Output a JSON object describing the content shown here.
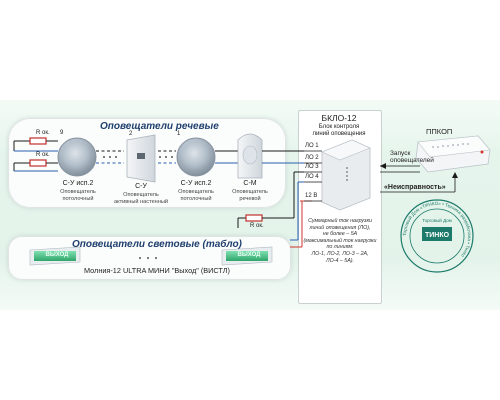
{
  "speech_panel": {
    "title": "Оповещатели речевые",
    "resistor1": "R ок.",
    "resistor2": "R ок.",
    "num_9": "9",
    "num_2": "2",
    "num_1": "1",
    "devices": [
      {
        "name": "С-У исп.2",
        "desc1": "Оповещатель",
        "desc2": "потолочный"
      },
      {
        "name": "С-У",
        "desc1": "Оповещатель",
        "desc2": "активный настенный"
      },
      {
        "name": "С-У исп.2",
        "desc1": "Оповещатель",
        "desc2": "потолочный"
      },
      {
        "name": "С-М",
        "desc1": "Оповещатель",
        "desc2": "речевой"
      }
    ]
  },
  "light_panel": {
    "title": "Оповещатели световые (табло)",
    "sign_text": "ВЫХОД",
    "caption": "Молния-12 ULTRA МИНИ \"Выход\" (ВИСТЛ)"
  },
  "resistor3": "R ок.",
  "bklo": {
    "title": "БКЛО-12",
    "subtitle1": "Блок контроля",
    "subtitle2": "линий оповещения",
    "lines": [
      "ЛО 1",
      "ЛО 2",
      "ЛО 3",
      "ЛО 4",
      "12 В"
    ],
    "note": [
      "Суммарный ток нагрузки",
      "линий оповещения (ЛО),",
      "не более – 5А",
      "(максимальный ток нагрузки",
      "по линиям:",
      "ЛО-1, ЛО-2, ЛО-3 – 2А,",
      "ЛО-4 – 5А)."
    ]
  },
  "ppkop": {
    "title": "ППКОП",
    "launch1": "Запуск",
    "launch2": "оповещателей",
    "fault": "«Неисправность»"
  },
  "stamp": {
    "ring": "Торговый Дом «ТИНКО» • Техника разработана • Тинко",
    "inner1": "Торговый Дом",
    "logo": "ТИНКО"
  },
  "colors": {
    "wire_black": "#1a1a1a",
    "wire_blue": "#2b5fb0",
    "wire_red": "#d0342c",
    "resistor_red": "#c0302c",
    "sign_green": "#3fbf7f",
    "stamp_teal": "#1d7a6a"
  }
}
